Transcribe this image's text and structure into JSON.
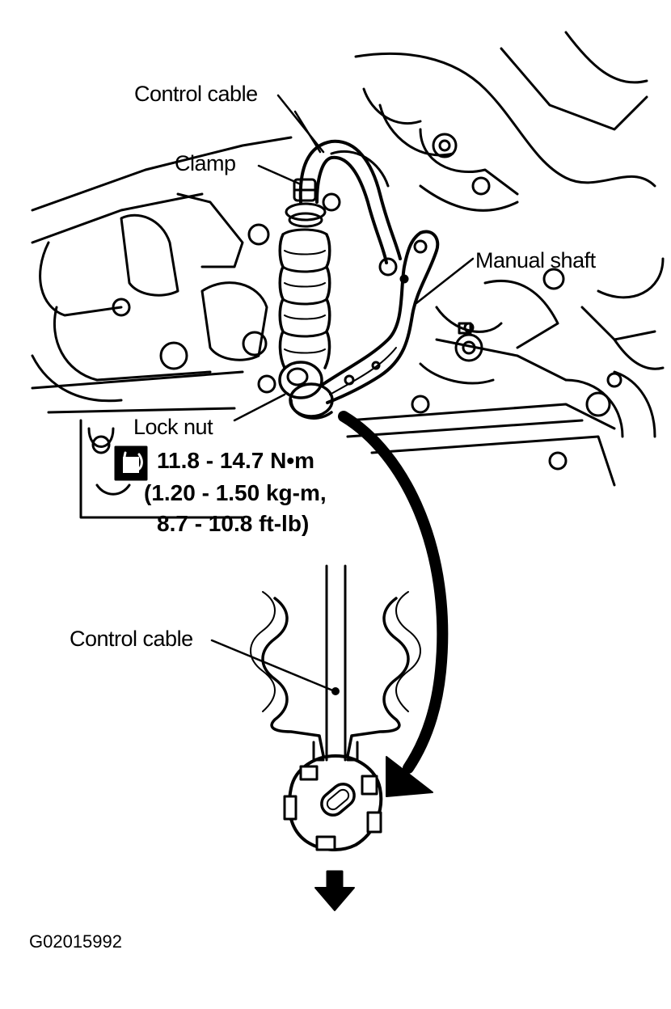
{
  "labels": {
    "control_cable_top": "Control cable",
    "clamp": "Clamp",
    "manual_shaft": "Manual shaft",
    "lock_nut": "Lock nut",
    "control_cable_bottom": "Control cable"
  },
  "torque_spec": {
    "line1": "11.8 - 14.7 N•m",
    "line2": "(1.20 - 1.50 kg-m,",
    "line3": "8.7 - 10.8 ft-lb)"
  },
  "figure_id": "G02015992",
  "colors": {
    "ink": "#000000",
    "paper": "#ffffff"
  },
  "icons": {
    "torque": "torque-wrench-icon"
  }
}
